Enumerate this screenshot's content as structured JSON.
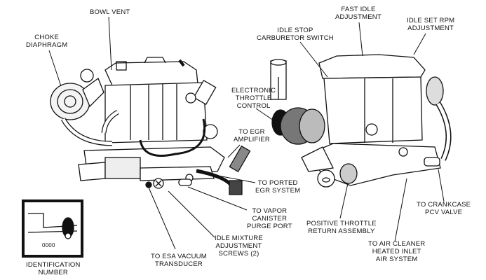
{
  "diagram": {
    "subject": "Carburetor component locations (two views)",
    "labels": {
      "bowl_vent": "BOWL VENT",
      "choke_diaphragm": "CHOKE\nDIAPHRAGM",
      "idle_stop_switch": "IDLE STOP\nCARBURETOR SWITCH",
      "fast_idle": "FAST IDLE\nADJUSTMENT",
      "idle_set_rpm": "IDLE SET RPM\nADJUSTMENT",
      "electronic_throttle": "ELECTRONIC\nTHROTTLE\nCONTROL",
      "egr_amplifier": "TO EGR\nAMPLIFIER",
      "ported_egr": "TO PORTED\nEGR SYSTEM",
      "vapor_canister": "TO VAPOR\nCANISTER\nPURGE PORT",
      "idle_mixture": "IDLE MIXTURE\nADJUSTMENT\nSCREWS (2)",
      "esa_vacuum": "TO ESA VACUUM\nTRANSDUCER",
      "identification": "IDENTIFICATION\nNUMBER",
      "positive_throttle": "POSITIVE THROTTLE\nRETURN ASSEMBLY",
      "air_cleaner": "TO AIR CLEANER\nHEATED INLET\nAIR SYSTEM",
      "crankcase_pcv": "TO CRANKCASE\nPCV VALVE"
    },
    "inset_id_number": "0000"
  }
}
